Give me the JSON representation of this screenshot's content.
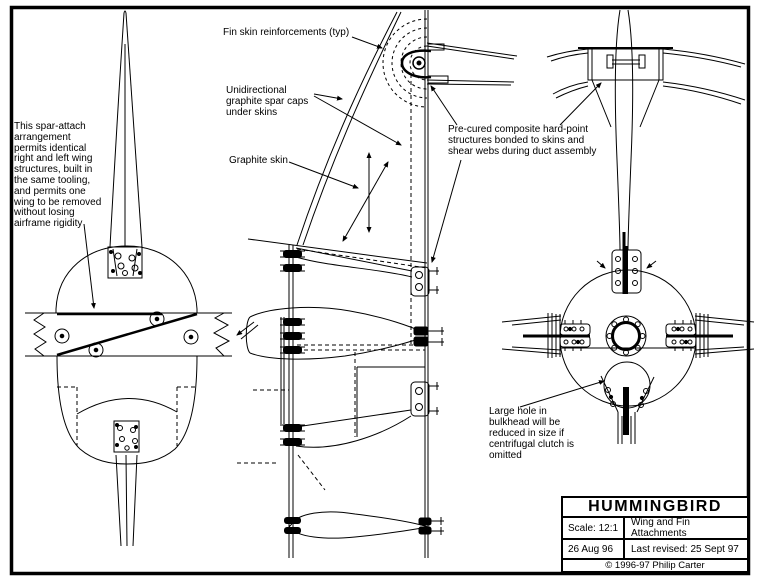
{
  "page": {
    "ink_color": "#000000",
    "paper_color": "#ffffff"
  },
  "annotations": {
    "spar_attach_note": "This spar-attach\narrangement\npermits identical\nright and left wing\nstructures, built in\nthe same tooling,\nand permits one\nwing to be removed\nwithout losing\nairframe rigidity",
    "fin_skin_label": "Fin skin reinforcements (typ)",
    "spar_caps_label": "Unidirectional\ngraphite spar caps\nunder skins",
    "graphite_skin_label": "Graphite skin",
    "hard_point_note": "Pre-cured composite hard-point\nstructures bonded to skins and\nshear webs during duct assembly",
    "large_hole_note": "Large hole in\nbulkhead will be\nreduced in size if\ncentrifugal clutch is\nomitted"
  },
  "title_block": {
    "title": "HUMMINGBIRD",
    "scale": "Scale: 12:1",
    "drawing_name": "Wing and Fin Attachments",
    "date": "26 Aug 96",
    "last_revised": "Last revised: 25 Sept 97",
    "copyright": "© 1996-97 Philip Carter"
  }
}
